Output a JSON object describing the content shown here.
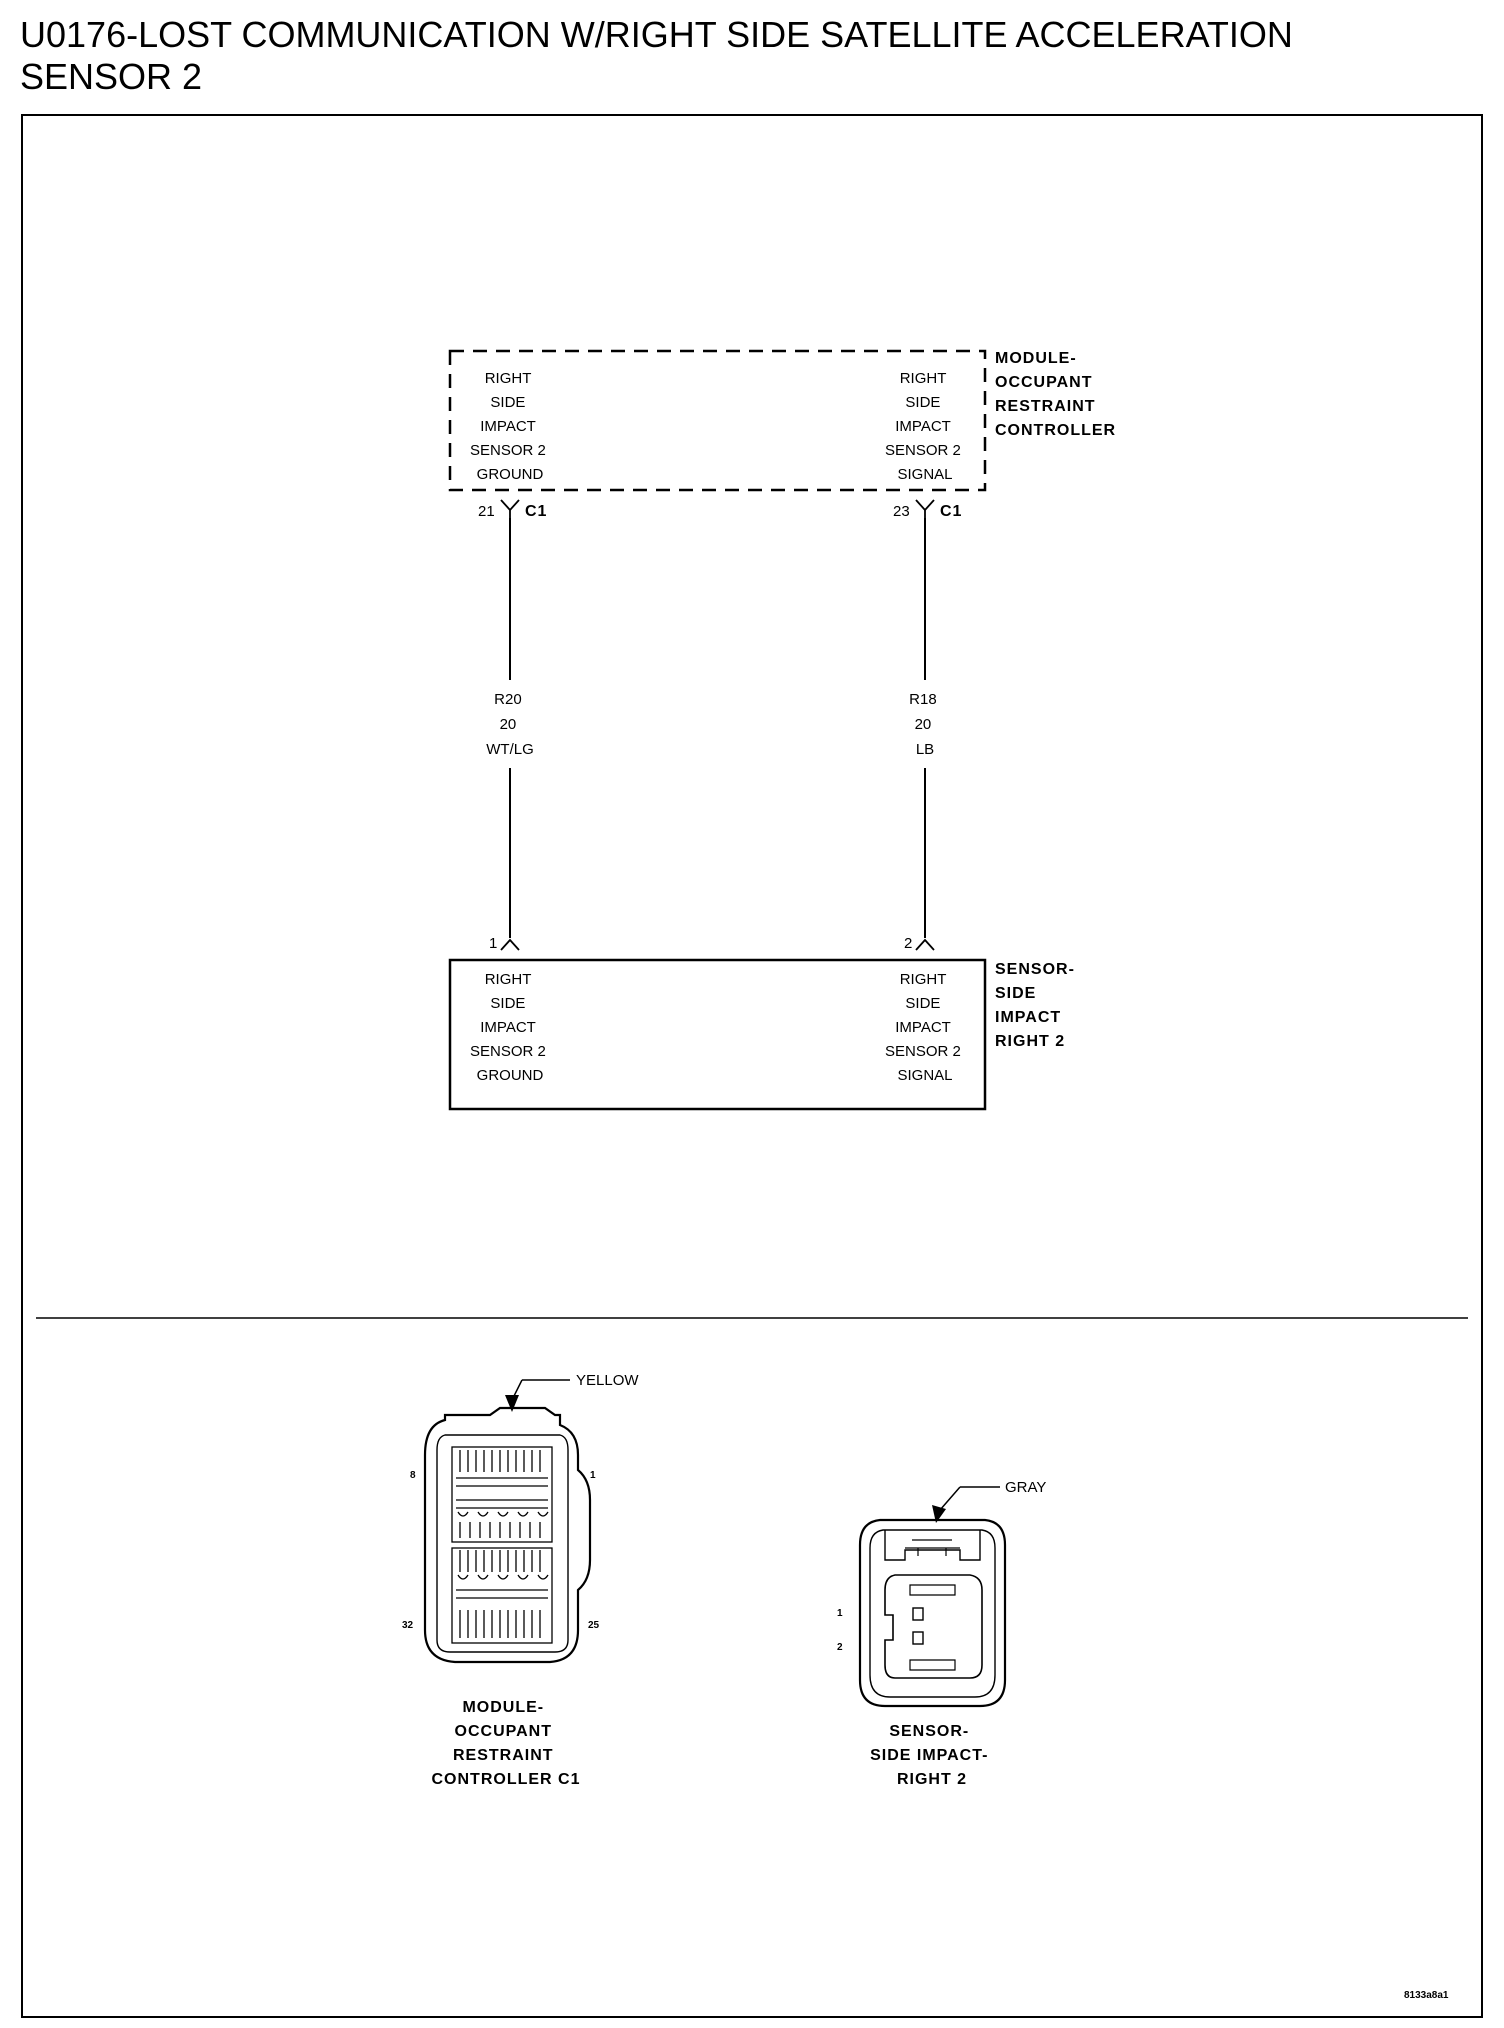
{
  "title": {
    "line1": "U0176-LOST COMMUNICATION W/RIGHT SIDE SATELLITE ACCELERATION",
    "line2": "SENSOR 2"
  },
  "controller_module": {
    "name_lines": [
      "MODULE-",
      "OCCUPANT",
      "RESTRAINT",
      "CONTROLLER"
    ],
    "left_pin_lines": [
      "RIGHT",
      "SIDE",
      "IMPACT",
      "SENSOR 2",
      "GROUND"
    ],
    "right_pin_lines": [
      "RIGHT",
      "SIDE",
      "IMPACT",
      "SENSOR 2",
      "SIGNAL"
    ]
  },
  "connector_pins": {
    "left": {
      "pin": "21",
      "connector": "C1"
    },
    "right": {
      "pin": "23",
      "connector": "C1"
    }
  },
  "wires": {
    "left": {
      "circuit": "R20",
      "gauge": "20",
      "color": "WT/LG"
    },
    "right": {
      "circuit": "R18",
      "gauge": "20",
      "color": "LB"
    }
  },
  "sensor_pins": {
    "left": "1",
    "right": "2"
  },
  "sensor_module": {
    "name_lines": [
      "SENSOR-",
      "SIDE",
      "IMPACT",
      "RIGHT 2"
    ],
    "left_pin_lines": [
      "RIGHT",
      "SIDE",
      "IMPACT",
      "SENSOR 2",
      "GROUND"
    ],
    "right_pin_lines": [
      "RIGHT",
      "SIDE",
      "IMPACT",
      "SENSOR 2",
      "SIGNAL"
    ]
  },
  "connector_views": {
    "controller": {
      "color_label": "YELLOW",
      "pin_8": "8",
      "pin_1": "1",
      "pin_32": "32",
      "pin_25": "25",
      "caption_lines": [
        "MODULE-",
        "OCCUPANT",
        "RESTRAINT",
        "CONTROLLER C1"
      ]
    },
    "sensor": {
      "color_label": "GRAY",
      "pin_1": "1",
      "pin_2": "2",
      "caption_lines": [
        "SENSOR-",
        "SIDE IMPACT-",
        "RIGHT 2"
      ]
    }
  },
  "figure_id": "8133a8a1"
}
